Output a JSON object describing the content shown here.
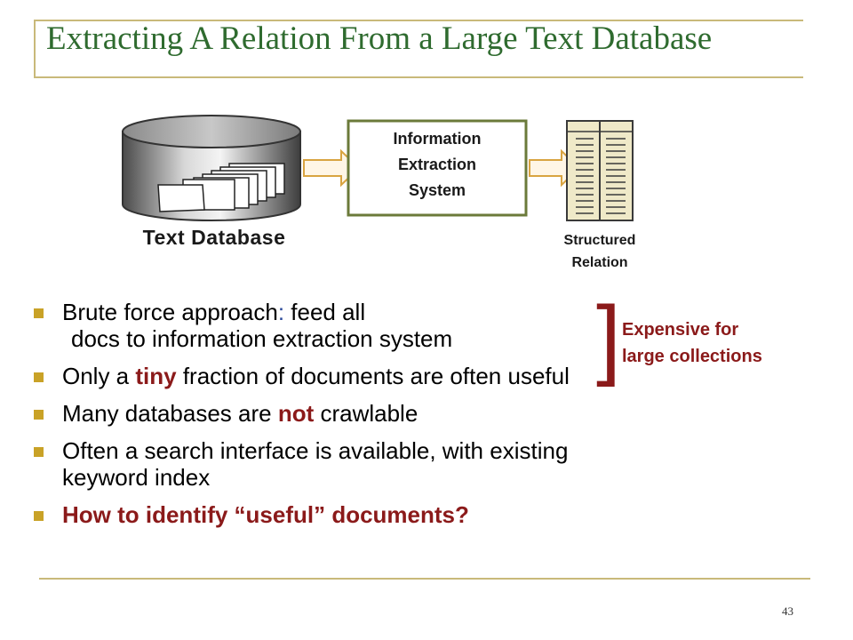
{
  "slide": {
    "title": "Extracting A Relation From a Large Text Database",
    "page_number": "43"
  },
  "diagram": {
    "text_database_label": "Text Database",
    "ie_system_lines": [
      "Information",
      "Extraction",
      "System"
    ],
    "relation_lines": [
      "Structured",
      "Relation"
    ]
  },
  "bullets": {
    "b1_part1": "Brute force approach",
    "b1_colon": ":",
    "b1_part2": " feed all",
    "b1_line2": "docs to information extraction system",
    "b2_before": "Only a ",
    "b2_highlight": "tiny",
    "b2_after": " fraction of documents are often useful",
    "b3_before": "Many databases are ",
    "b3_highlight": "not",
    "b3_after": " crawlable",
    "b4_line1": "Often a search interface is available, with existing",
    "b4_line2": "keyword index",
    "b5_text": "How to identify “useful” documents?"
  },
  "annotation": {
    "bracket": "]",
    "line1": "Expensive for",
    "line2": "large collections"
  },
  "colors": {
    "title_green": "#2f6b2f",
    "accent_red": "#8b1a1a",
    "bullet_gold": "#c9a227",
    "frame_tan": "#c9b97a",
    "box_green": "#6b7a3a",
    "arrow_fill": "#fff6e6",
    "arrow_stroke": "#d9a441",
    "relation_fill": "#efe9c8"
  }
}
